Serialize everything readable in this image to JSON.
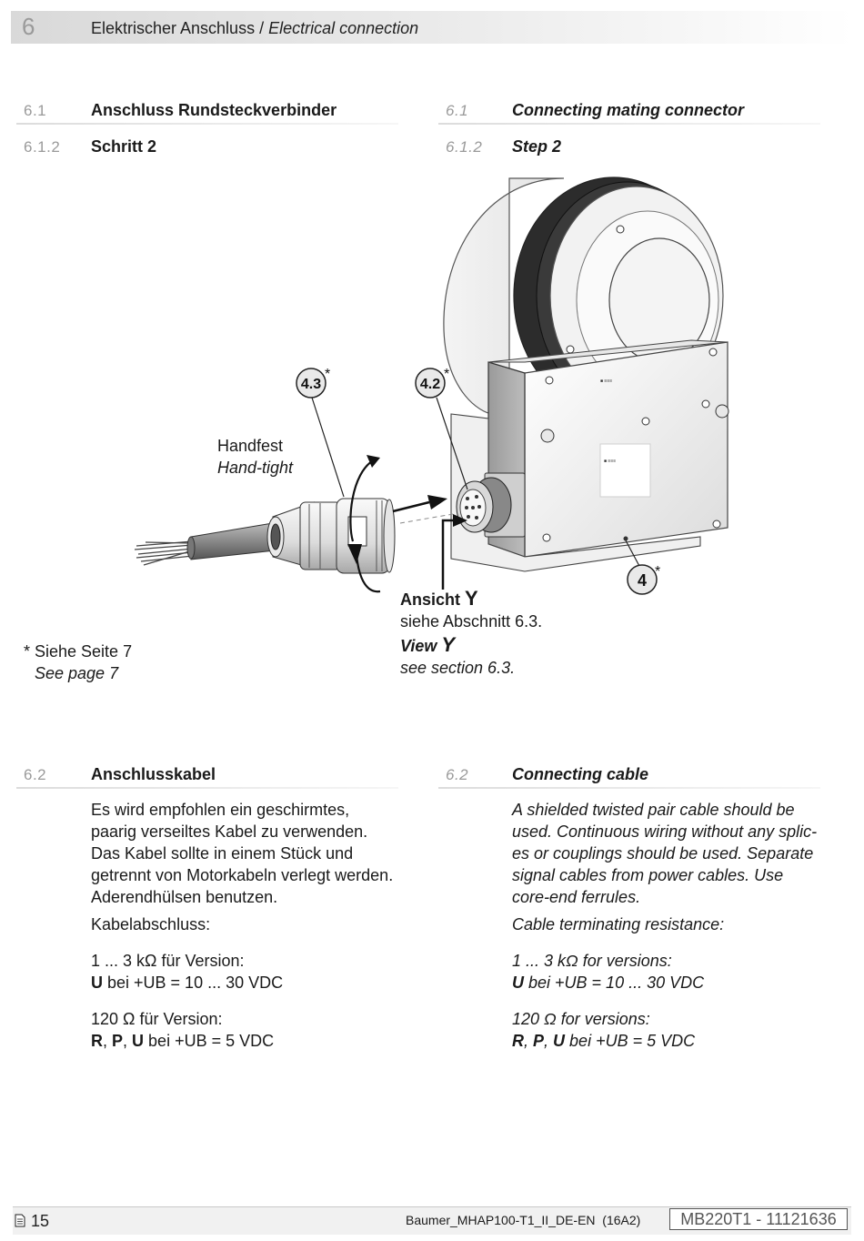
{
  "chapter": {
    "number": "6",
    "title_de": "Elektrischer Anschluss",
    "title_sep": " / ",
    "title_en": "Electrical connection"
  },
  "section_61": {
    "num_de": "6.1",
    "title_de": "Anschluss Rundsteckverbinder",
    "num_en": "6.1",
    "title_en": "Connecting mating connector"
  },
  "section_612": {
    "num_de": "6.1.2",
    "title_de": "Schritt 2",
    "num_en": "6.1.2",
    "title_en": "Step 2"
  },
  "figure": {
    "callout_43": "4.3",
    "callout_42": "4.2",
    "callout_4": "4",
    "asterisk": "*",
    "handfest_de": "Handfest",
    "handfest_en": "Hand-tight",
    "ansicht_de": "Ansicht",
    "view_letter": "Y",
    "ansicht_ref_de": "siehe Abschnitt 6.3.",
    "view_en": "View",
    "view_ref_en": "see section 6.3.",
    "plate_mark_1": "■ ≡≡≡",
    "plate_mark_2": "■ ≡≡≡"
  },
  "footnote": {
    "de": "* Siehe Seite 7",
    "en": "See page 7"
  },
  "section_62": {
    "num_de": "6.2",
    "title_de": "Anschlusskabel",
    "num_en": "6.2",
    "title_en": "Connecting cable"
  },
  "text_de": {
    "p1": [
      "Es wird empfohlen ein geschirmtes,",
      "paarig verseiltes Kabel zu verwenden.",
      "Das Kabel sollte in einem Stück und",
      "getrennt von Motorkabeln verlegt werden.",
      "Aderendhülsen benutzen."
    ],
    "p2": "Kabelabschluss:",
    "p3_l1": "1 ... 3 kΩ für Version:",
    "p3_u": "U",
    "p3_rest": " bei +UB = 10 ... 30 VDC",
    "p4_l1": "120 Ω für Version:",
    "p4_r": "R",
    "p4_p": "P",
    "p4_u": "U",
    "p4_sep": ", ",
    "p4_rest": " bei +UB = 5 VDC"
  },
  "text_en": {
    "p1": [
      "A shielded twisted pair cable should be",
      "used. Continuous wiring without any splic-",
      "es or couplings should be used. Separate",
      "signal cables from power cables. Use",
      "core-end ferrules."
    ],
    "p2": "Cable terminating resistance:",
    "p3_l1": "1 ... 3 kΩ for versions:",
    "p3_u": "U",
    "p3_rest": " bei +UB = 10 ... 30 VDC",
    "p4_l1": "120 Ω for versions:",
    "p4_r": "R",
    "p4_p": "P",
    "p4_u": "U",
    "p4_sep": ", ",
    "p4_rest": " bei +UB = 5 VDC"
  },
  "footer": {
    "page_number": "15",
    "doc_name": "Baumer_MHAP100-T1_II_DE-EN  (16A2)",
    "doc_id": "MB220T1 - 11121636"
  }
}
